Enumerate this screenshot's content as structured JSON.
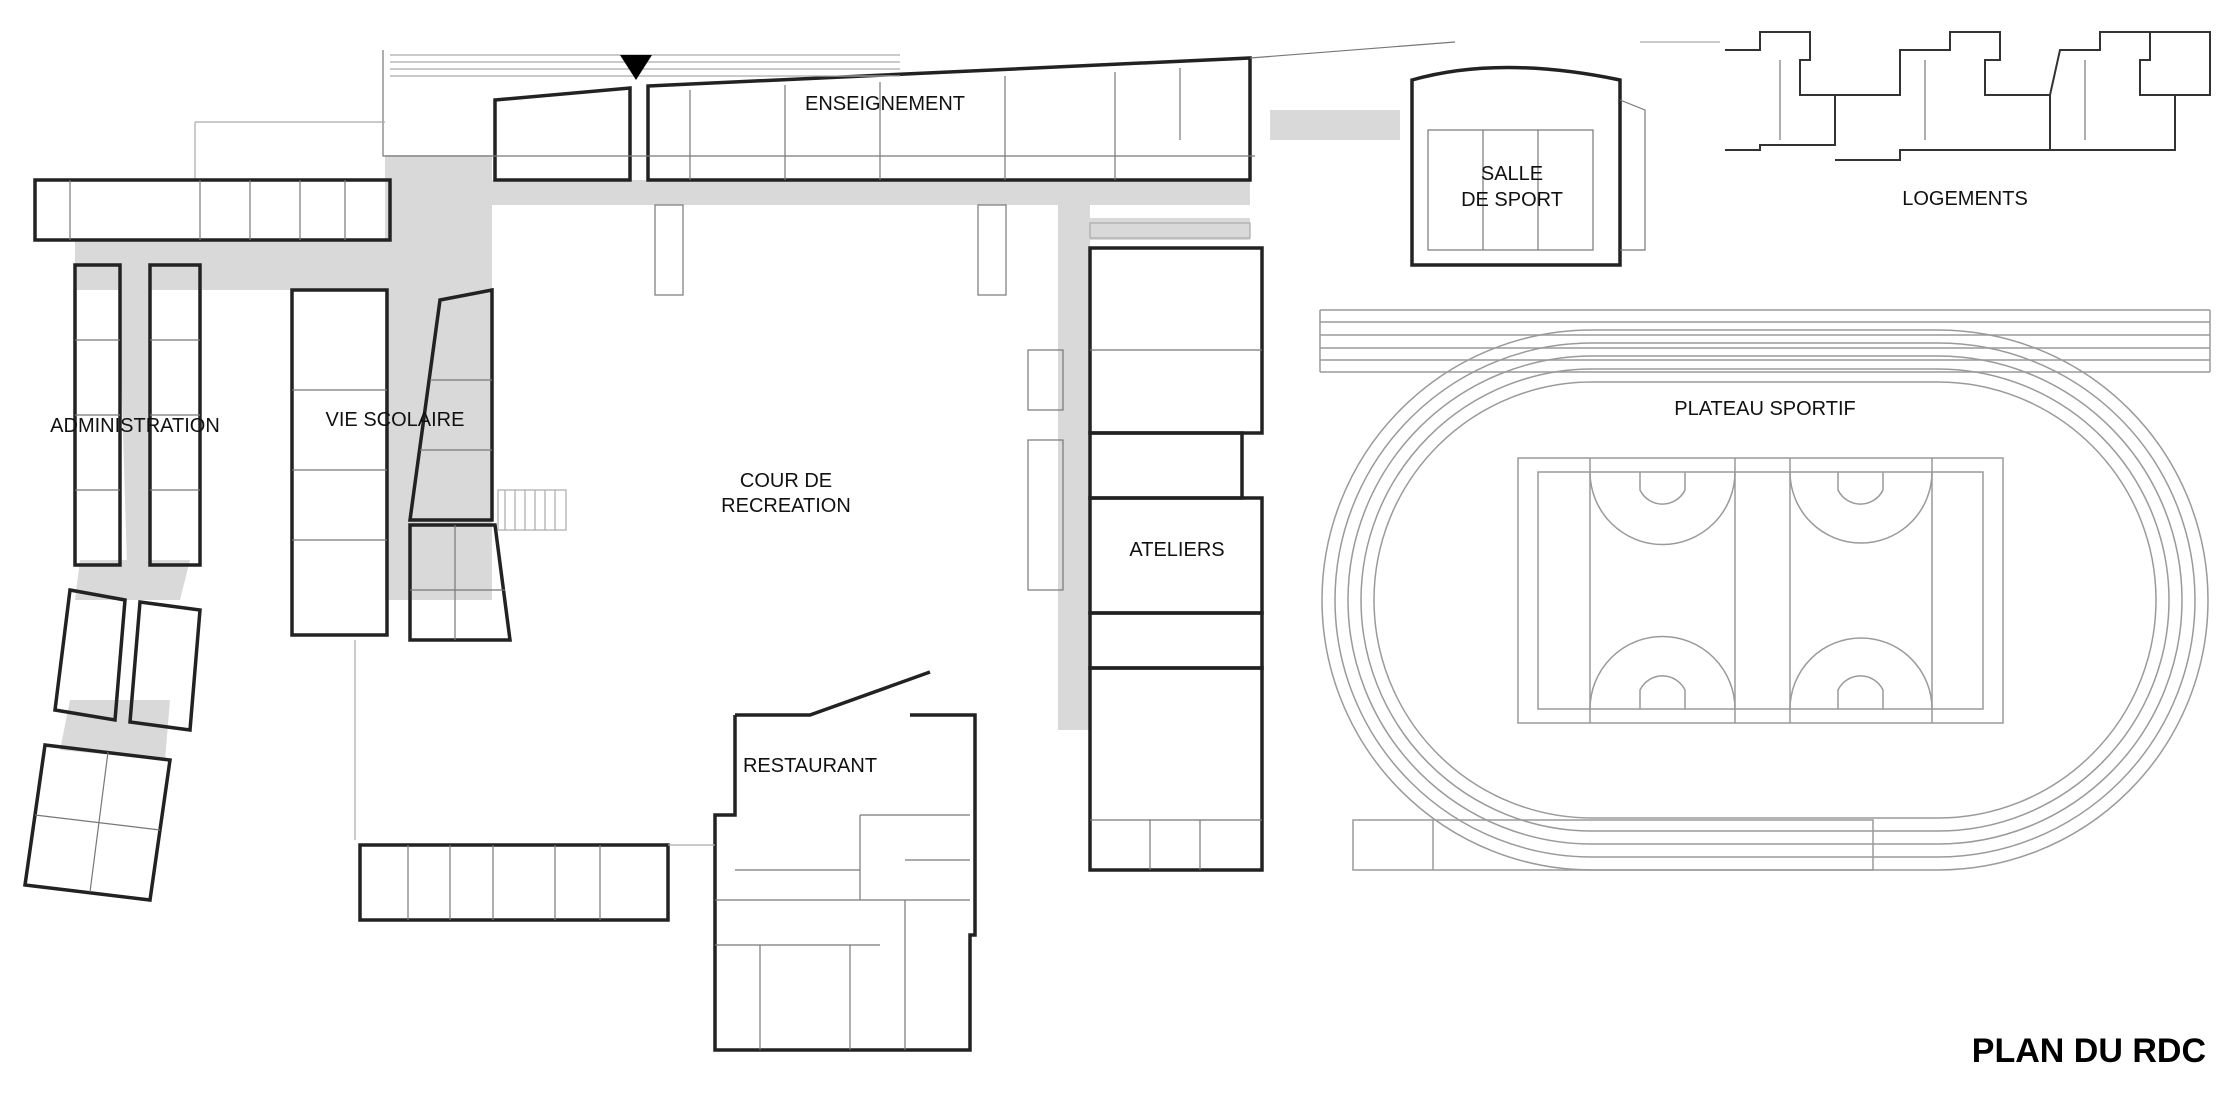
{
  "plan": {
    "title": "PLAN DU RDC",
    "spaces": {
      "enseignement": "ENSEIGNEMENT",
      "salle_line1": "SALLE",
      "salle_line2": "DE SPORT",
      "logements": "LOGEMENTS",
      "administration": "ADMINISTRATION",
      "vie_scolaire": "VIE SCOLAIRE",
      "cour_line1": "COUR DE",
      "cour_line2": "RECREATION",
      "plateau": "PLATEAU SPORTIF",
      "ateliers": "ATELIERS",
      "restaurant": "RESTAURANT"
    }
  }
}
